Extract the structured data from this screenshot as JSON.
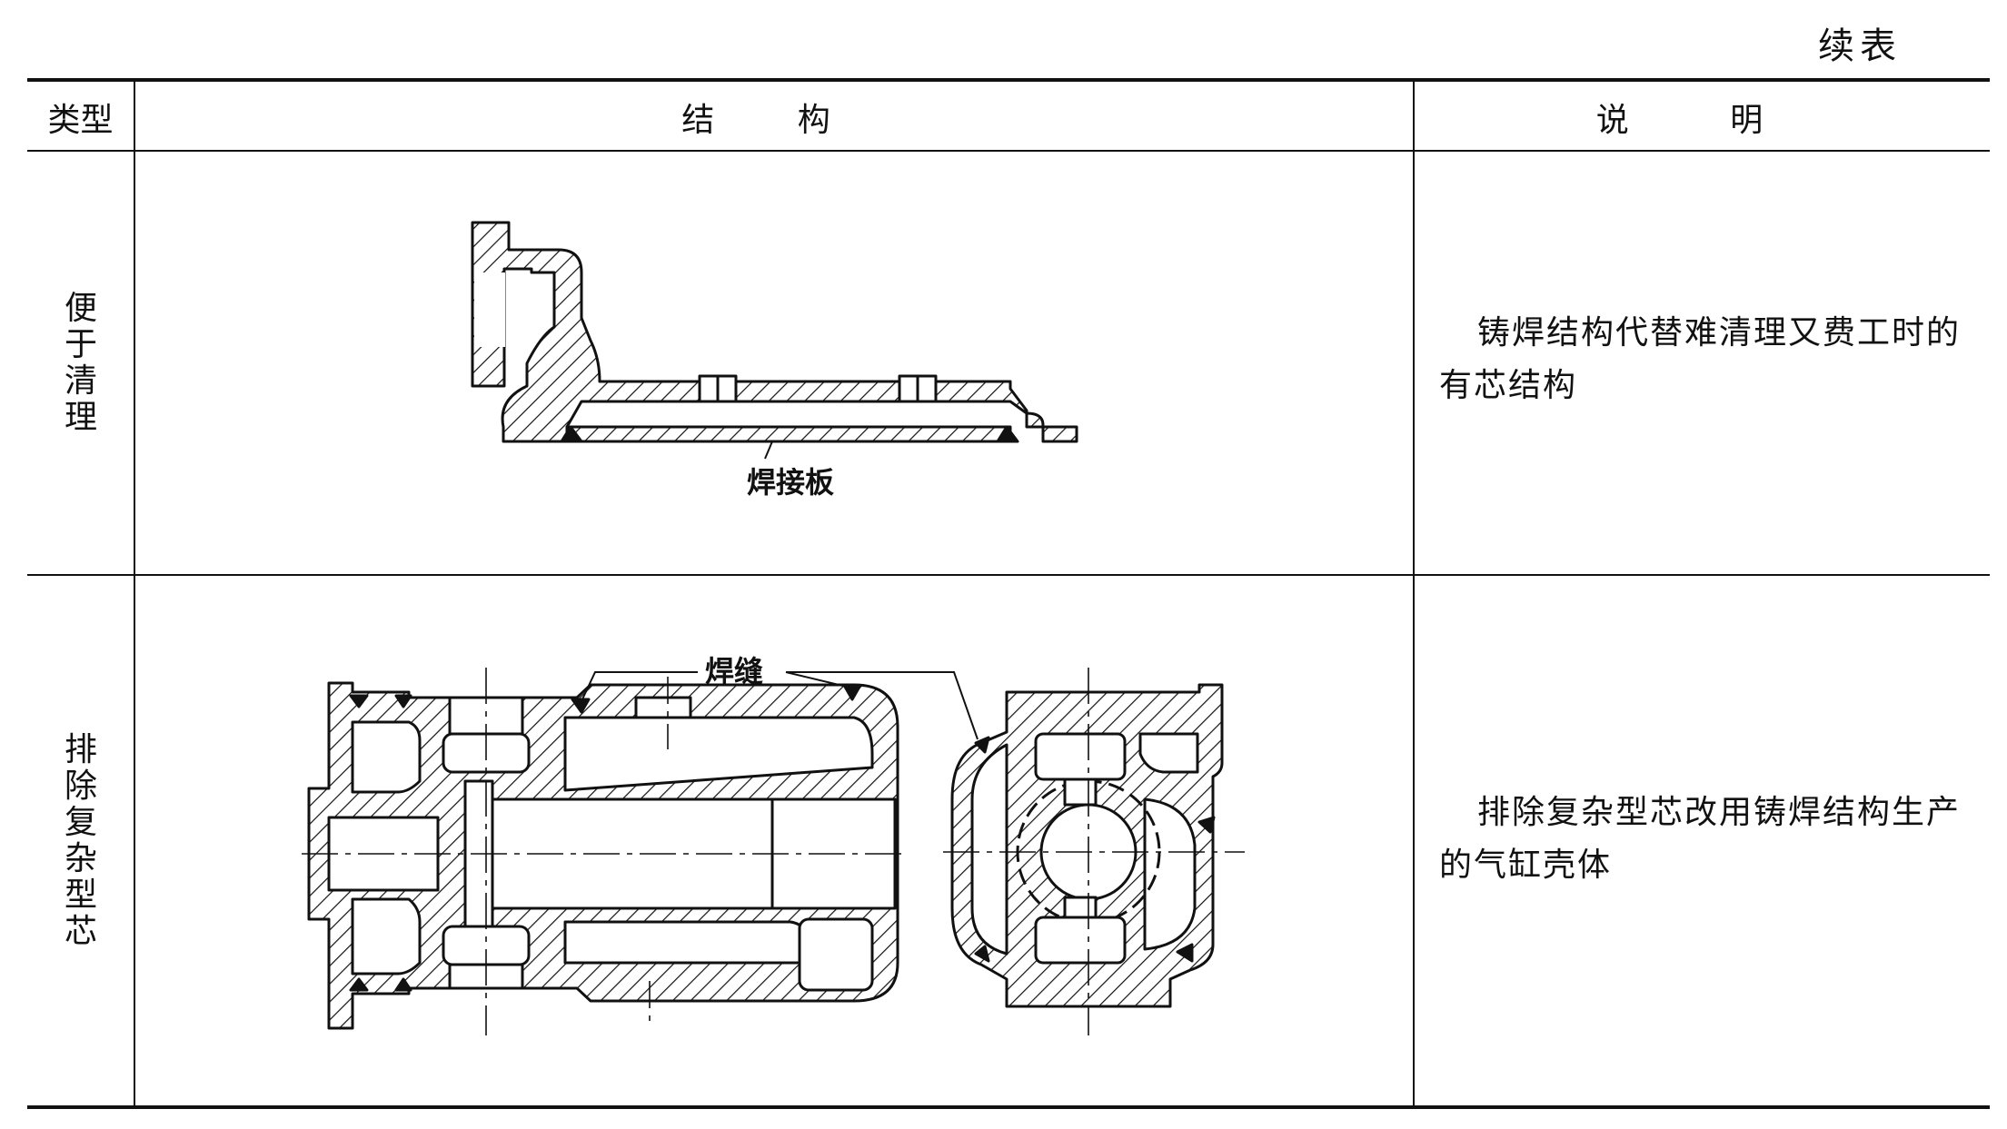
{
  "continued": "续表",
  "header": {
    "type": "类型",
    "structure": "结 构",
    "note": "说 明"
  },
  "rows": [
    {
      "type": "便于清理",
      "label": "焊接板",
      "note": "铸焊结构代替难清理又费工时的有芯结构"
    },
    {
      "type": "排除复杂型芯",
      "label": "焊缝",
      "note": "排除复杂型芯改用铸焊结构生产的气缸壳体"
    }
  ]
}
